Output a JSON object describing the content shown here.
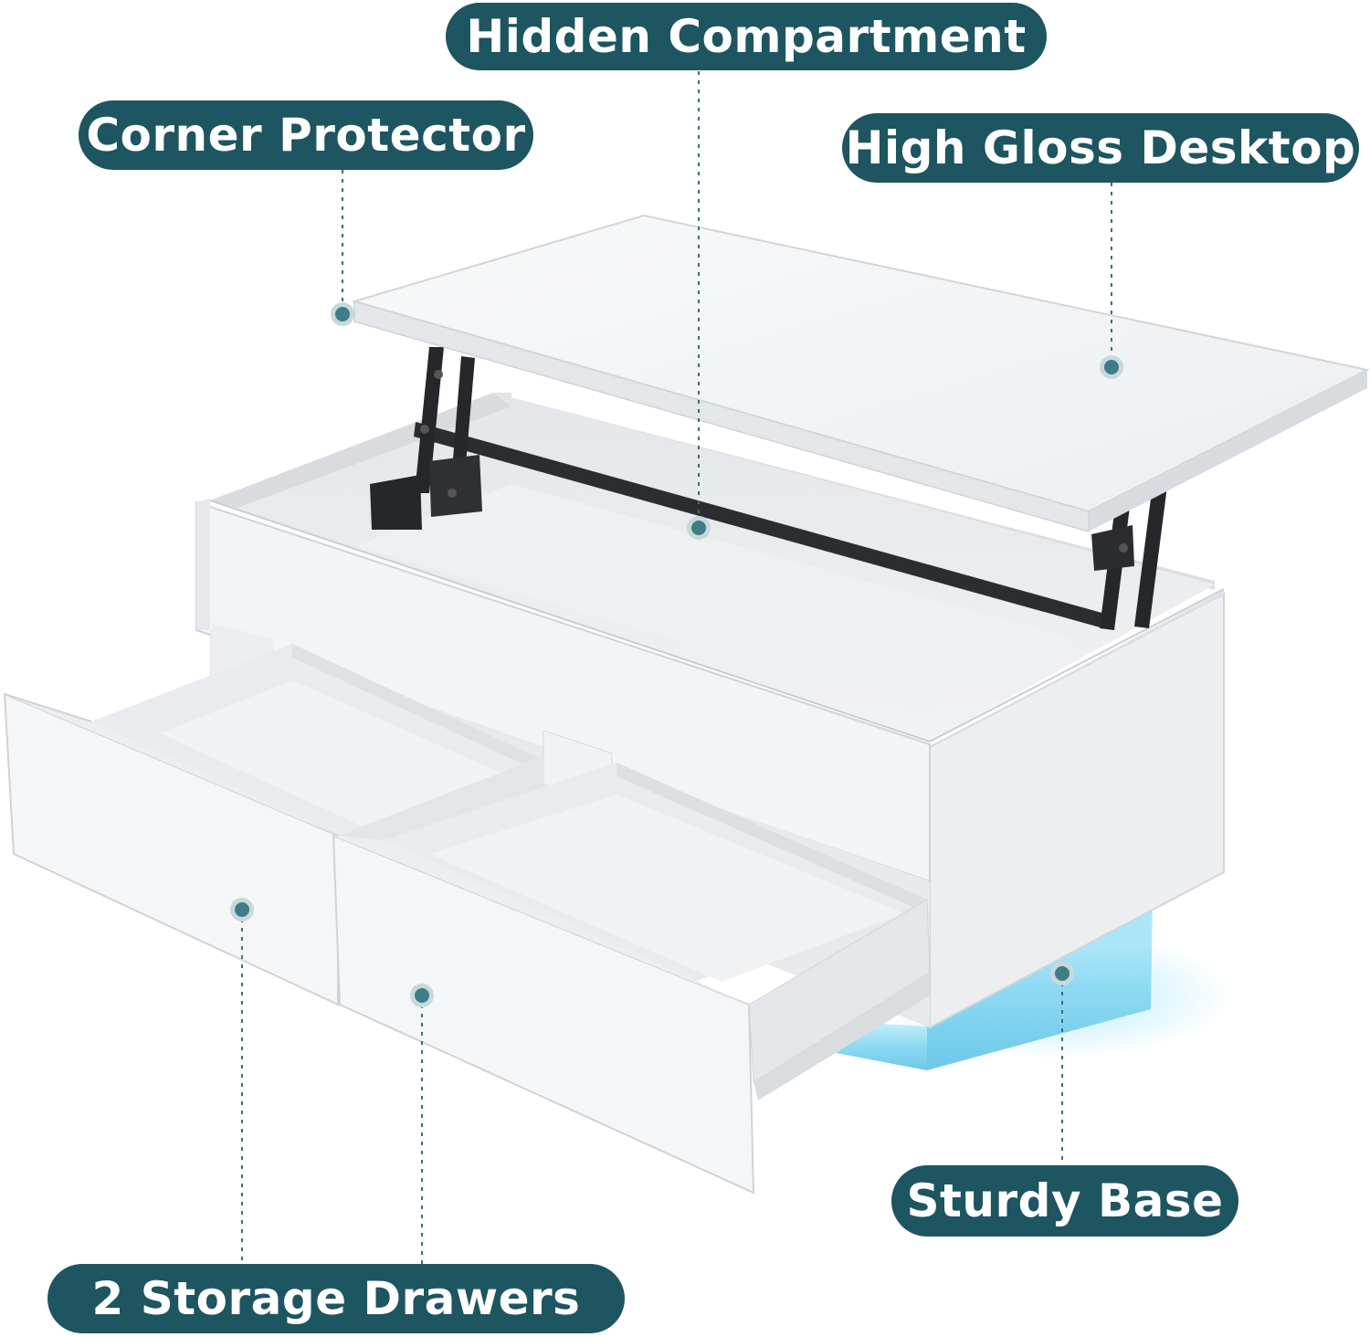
{
  "callouts": {
    "hidden_compartment": "Hidden Compartment",
    "corner_protector": "Corner Protector",
    "high_gloss_desktop": "High Gloss Desktop",
    "sturdy_base": "Sturdy Base",
    "storage_drawers": "2 Storage Drawers"
  },
  "colors": {
    "callout_background": "#1d5560",
    "callout_text": "#ffffff",
    "leader_line": "#3a6e76",
    "marker_dot": "#3f7c85",
    "led_glow": "#7fd6f2",
    "furniture": "#f4f5f6"
  }
}
